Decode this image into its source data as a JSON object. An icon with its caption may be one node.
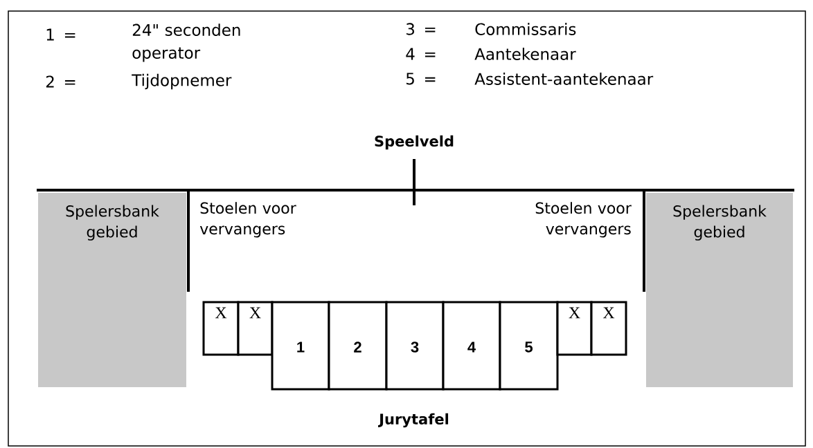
{
  "diagram": {
    "nodes": [
      {
        "text": [
          "Spelersbank gebied"
        ]
      },
      {
        "text": [
          "Spelersbank gebied"
        ]
      },
      {
        "text": [
          "X"
        ]
      },
      {
        "text": [
          "X"
        ]
      },
      {
        "text": [
          "1"
        ]
      },
      {
        "text": [
          "2"
        ]
      },
      {
        "text": [
          "3"
        ]
      },
      {
        "text": [
          "4"
        ]
      },
      {
        "text": [
          "5"
        ]
      },
      {
        "text": [
          "X"
        ]
      },
      {
        "text": [
          "X"
        ]
      }
    ],
    "labels": [
      "1 =",
      "24\" seconden operator",
      "3 =",
      "Commissaris",
      "4 =",
      "Aantekenaar",
      "2 =",
      "Tijdopnemer",
      "5 =",
      "Assistent-aantekenaar",
      "Speelveld",
      "Stoelen voor vervangers",
      "Stoelen voor vervangers",
      "Jurytafel"
    ]
  }
}
